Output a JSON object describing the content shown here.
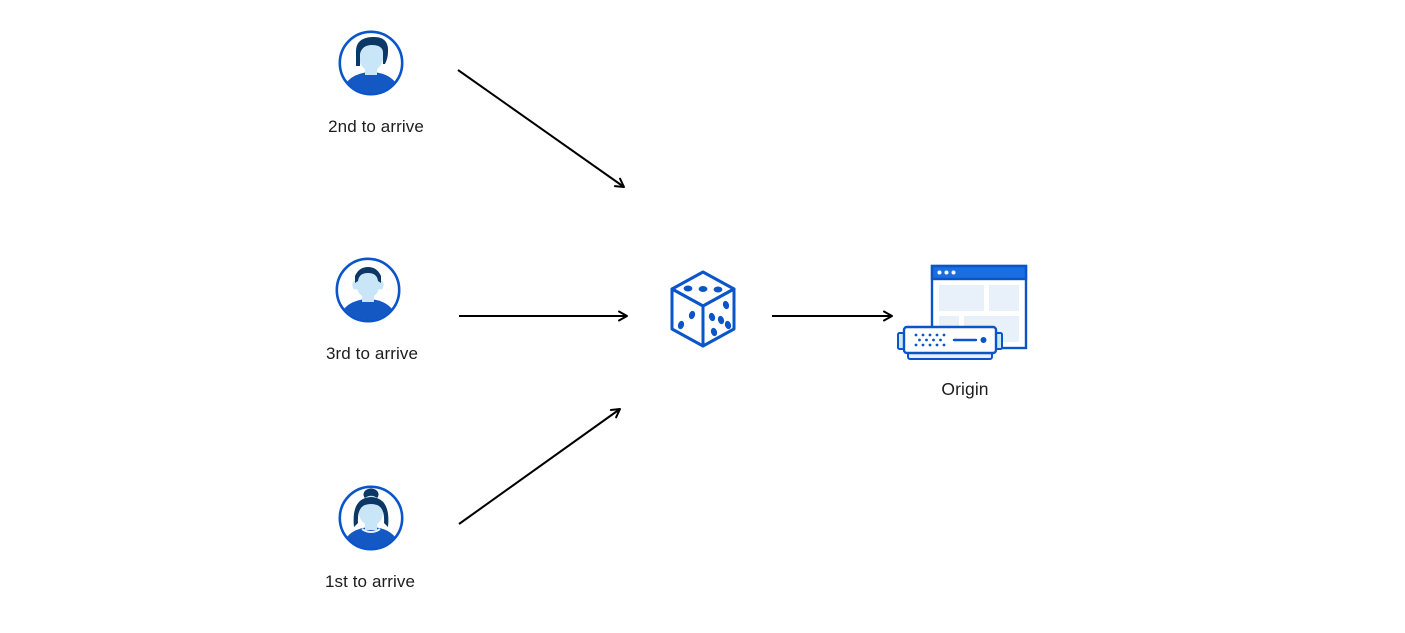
{
  "diagram": {
    "background_color": "#ffffff",
    "colors": {
      "accent_blue": "#0a55c9",
      "titlebar_blue": "#1a6ee0",
      "hair_navy": "#0c3866",
      "shirt_blue": "#1458c4",
      "face_light_blue": "#c8e6f7",
      "panel_light_blue": "#e8f1fa",
      "tab_light_blue": "#cde9f6",
      "arrow_black": "#000000",
      "text_color": "#1d1d1f"
    },
    "visitors": [
      {
        "id": "visitor-2nd",
        "label": "2nd to arrive",
        "icon": "male-avatar-icon"
      },
      {
        "id": "visitor-3rd",
        "label": "3rd to arrive",
        "icon": "male-avatar-icon"
      },
      {
        "id": "visitor-1st",
        "label": "1st to arrive",
        "icon": "female-avatar-icon"
      }
    ],
    "randomizer": {
      "icon": "dice-icon",
      "visible_faces": {
        "top_pips": 3,
        "left_pips": 2,
        "right_pips": 5
      }
    },
    "origin": {
      "label": "Origin",
      "icon": "origin-server-icon"
    },
    "edges": [
      {
        "from": "visitor-2nd",
        "to": "randomizer"
      },
      {
        "from": "visitor-3rd",
        "to": "randomizer"
      },
      {
        "from": "visitor-1st",
        "to": "randomizer"
      },
      {
        "from": "randomizer",
        "to": "origin"
      }
    ]
  }
}
